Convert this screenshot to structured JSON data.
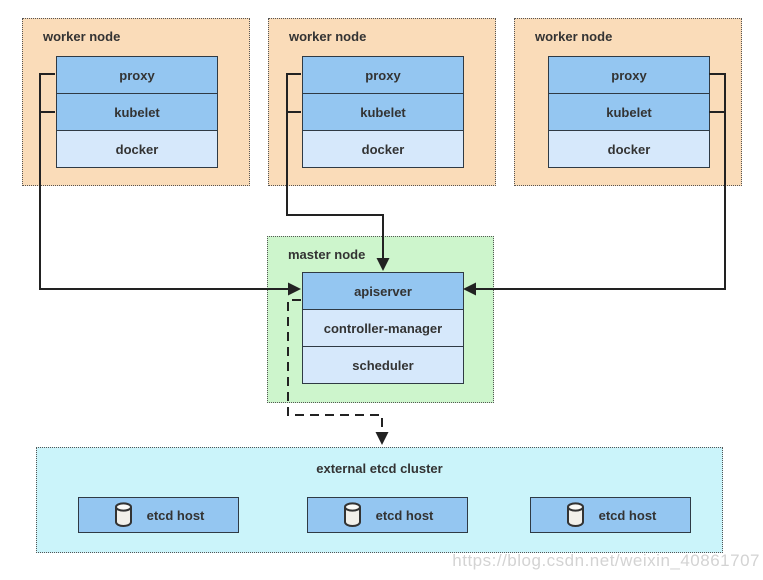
{
  "diagram": {
    "worker_nodes": [
      {
        "title": "worker node",
        "components": [
          "proxy",
          "kubelet",
          "docker"
        ]
      },
      {
        "title": "worker node",
        "components": [
          "proxy",
          "kubelet",
          "docker"
        ]
      },
      {
        "title": "worker node",
        "components": [
          "proxy",
          "kubelet",
          "docker"
        ]
      }
    ],
    "master_node": {
      "title": "master node",
      "components": [
        "apiserver",
        "controller-manager",
        "scheduler"
      ]
    },
    "etcd_cluster": {
      "title": "external etcd cluster",
      "hosts": [
        "etcd host",
        "etcd host",
        "etcd host"
      ]
    },
    "connections": [
      "worker-node-1 (proxy, kubelet) -> apiserver (solid arrow, left)",
      "worker-node-2 (proxy, kubelet) -> apiserver (solid arrow, top)",
      "worker-node-3 (proxy, kubelet) -> apiserver (solid arrow, right)",
      "apiserver -> external etcd cluster (dashed arrow)"
    ],
    "watermark": "https://blog.csdn.net/weixin_40861707"
  },
  "icons": {
    "database": "database-icon"
  },
  "colors": {
    "worker_bg": "#FADCB9",
    "master_bg": "#CDF5CC",
    "etcd_bg": "#CBF4FA",
    "component_primary": "#94C6F1",
    "component_secondary": "#D6E8FB",
    "line": "#222222",
    "text": "#333333",
    "watermark": "#D3D3D3"
  }
}
